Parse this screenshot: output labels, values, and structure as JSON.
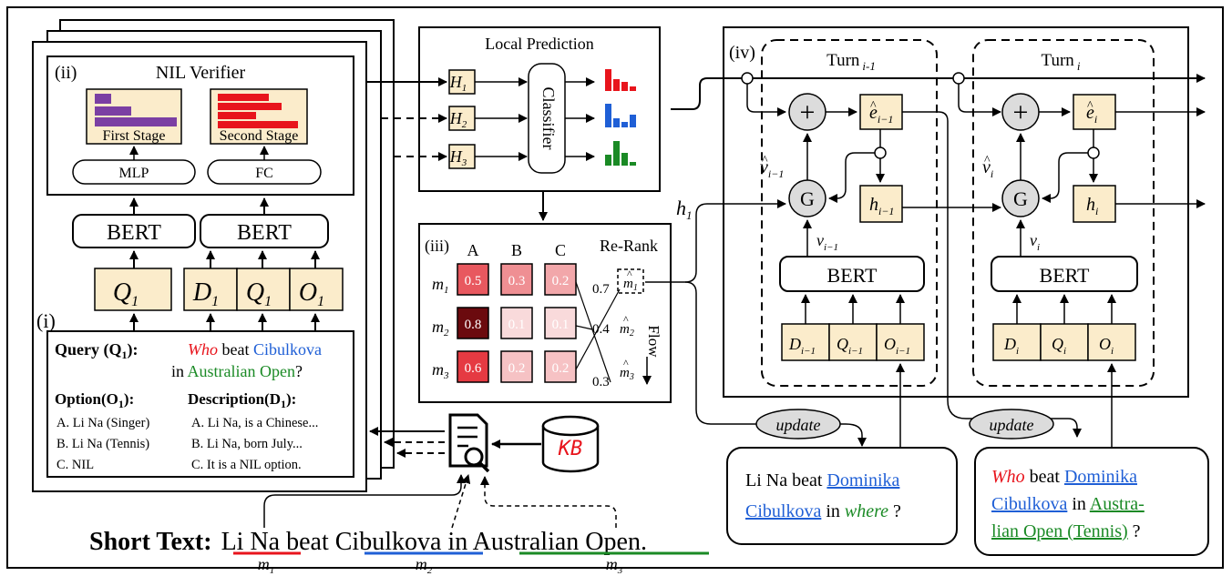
{
  "colors": {
    "box_fill": "#fbeccb",
    "red": "#e8141c",
    "blue": "#1f5fd6",
    "green": "#1a8a25",
    "purple": "#7b3fa3",
    "gray_node": "#dcdcdc"
  },
  "verifier": {
    "label": "(ii)",
    "title": "NIL Verifier",
    "first_stage": "First Stage",
    "second_stage": "Second Stage",
    "mlp": "MLP",
    "fc": "FC",
    "bert_left": "BERT",
    "bert_right": "BERT"
  },
  "inputs": {
    "q1": "Q",
    "d1": "D",
    "q1b": "Q",
    "o1": "O",
    "sub": "1"
  },
  "query_panel": {
    "label": "(i)",
    "query_label": "Query (Q",
    "query_label_tail": "):",
    "query_who": "Who",
    "query_beat": " beat ",
    "query_cib": "Cibulkova",
    "query_in": "in ",
    "query_ao": "Australian Open",
    "query_q": "?",
    "option_header": "Option(O",
    "option_header_tail": "):",
    "desc_header": "Description(D",
    "desc_header_tail": "):",
    "options": [
      "A. Li Na (Singer)",
      "B. Li Na (Tennis)",
      "C. NIL"
    ],
    "descriptions": [
      "A. Li Na, is a Chinese...",
      "B. Li Na, born July...",
      "C. It is a NIL option."
    ]
  },
  "local_prediction": {
    "title": "Local Prediction",
    "h": [
      "H",
      "H",
      "H"
    ],
    "subs": [
      "1",
      "2",
      "3"
    ],
    "classifier": "Classifier"
  },
  "rerank": {
    "label": "(iii)",
    "columns": [
      "A",
      "B",
      "C"
    ],
    "title": "Re-Rank",
    "rows": [
      "m",
      "m",
      "m"
    ],
    "row_subs": [
      "1",
      "2",
      "3"
    ],
    "cells": [
      [
        "0.5",
        "0.3",
        "0.2"
      ],
      [
        "0.8",
        "0.1",
        "0.1"
      ],
      [
        "0.6",
        "0.2",
        "0.2"
      ]
    ],
    "cell_colors": [
      [
        "#e8585f",
        "#ef8f93",
        "#f2a7aa"
      ],
      [
        "#6b0a0e",
        "#f9dadb",
        "#f9dadb"
      ],
      [
        "#e53a42",
        "#f6c2c4",
        "#f6c2c4"
      ]
    ],
    "scores": [
      "0.7",
      "0.4",
      "0.3"
    ],
    "flow": "Flow"
  },
  "turns": {
    "label": "(iv)",
    "turn_prev": "Turn",
    "turn_prev_sub": "i-1",
    "turn_cur": "Turn",
    "turn_cur_sub": "i",
    "plus": "+",
    "g": "G",
    "e_hat": "e",
    "h": "h",
    "v_hat": "v",
    "v": "v",
    "bert": "BERT",
    "d": "D",
    "q": "Q",
    "o": "O",
    "sub_prev": "i−1",
    "sub_cur": "i",
    "h1": "h",
    "h1_sub": "1"
  },
  "kb": {
    "label": "KB"
  },
  "updates": {
    "label": "update"
  },
  "update_box_1": {
    "line1": "Li Na beat ",
    "link1": "Dominika",
    "link2": "Cibulkova",
    "line2_mid": " in ",
    "where": "where",
    "q": " ?"
  },
  "update_box_2": {
    "who": "Who",
    "beat": " beat ",
    "link1": "Dominika",
    "link2": "Cibulkova",
    "in": " in ",
    "green1": "Austra-",
    "green2": "lian Open (Tennis)",
    "q": " ?"
  },
  "short_text": {
    "label": "Short Text:",
    "m1_text": "Li Na",
    "beat": " beat ",
    "m2_text": "Cibulkova",
    "in": " in ",
    "m3_text": "Australian Open",
    "period": ".",
    "m": "m",
    "subs": [
      "1",
      "2",
      "3"
    ]
  }
}
